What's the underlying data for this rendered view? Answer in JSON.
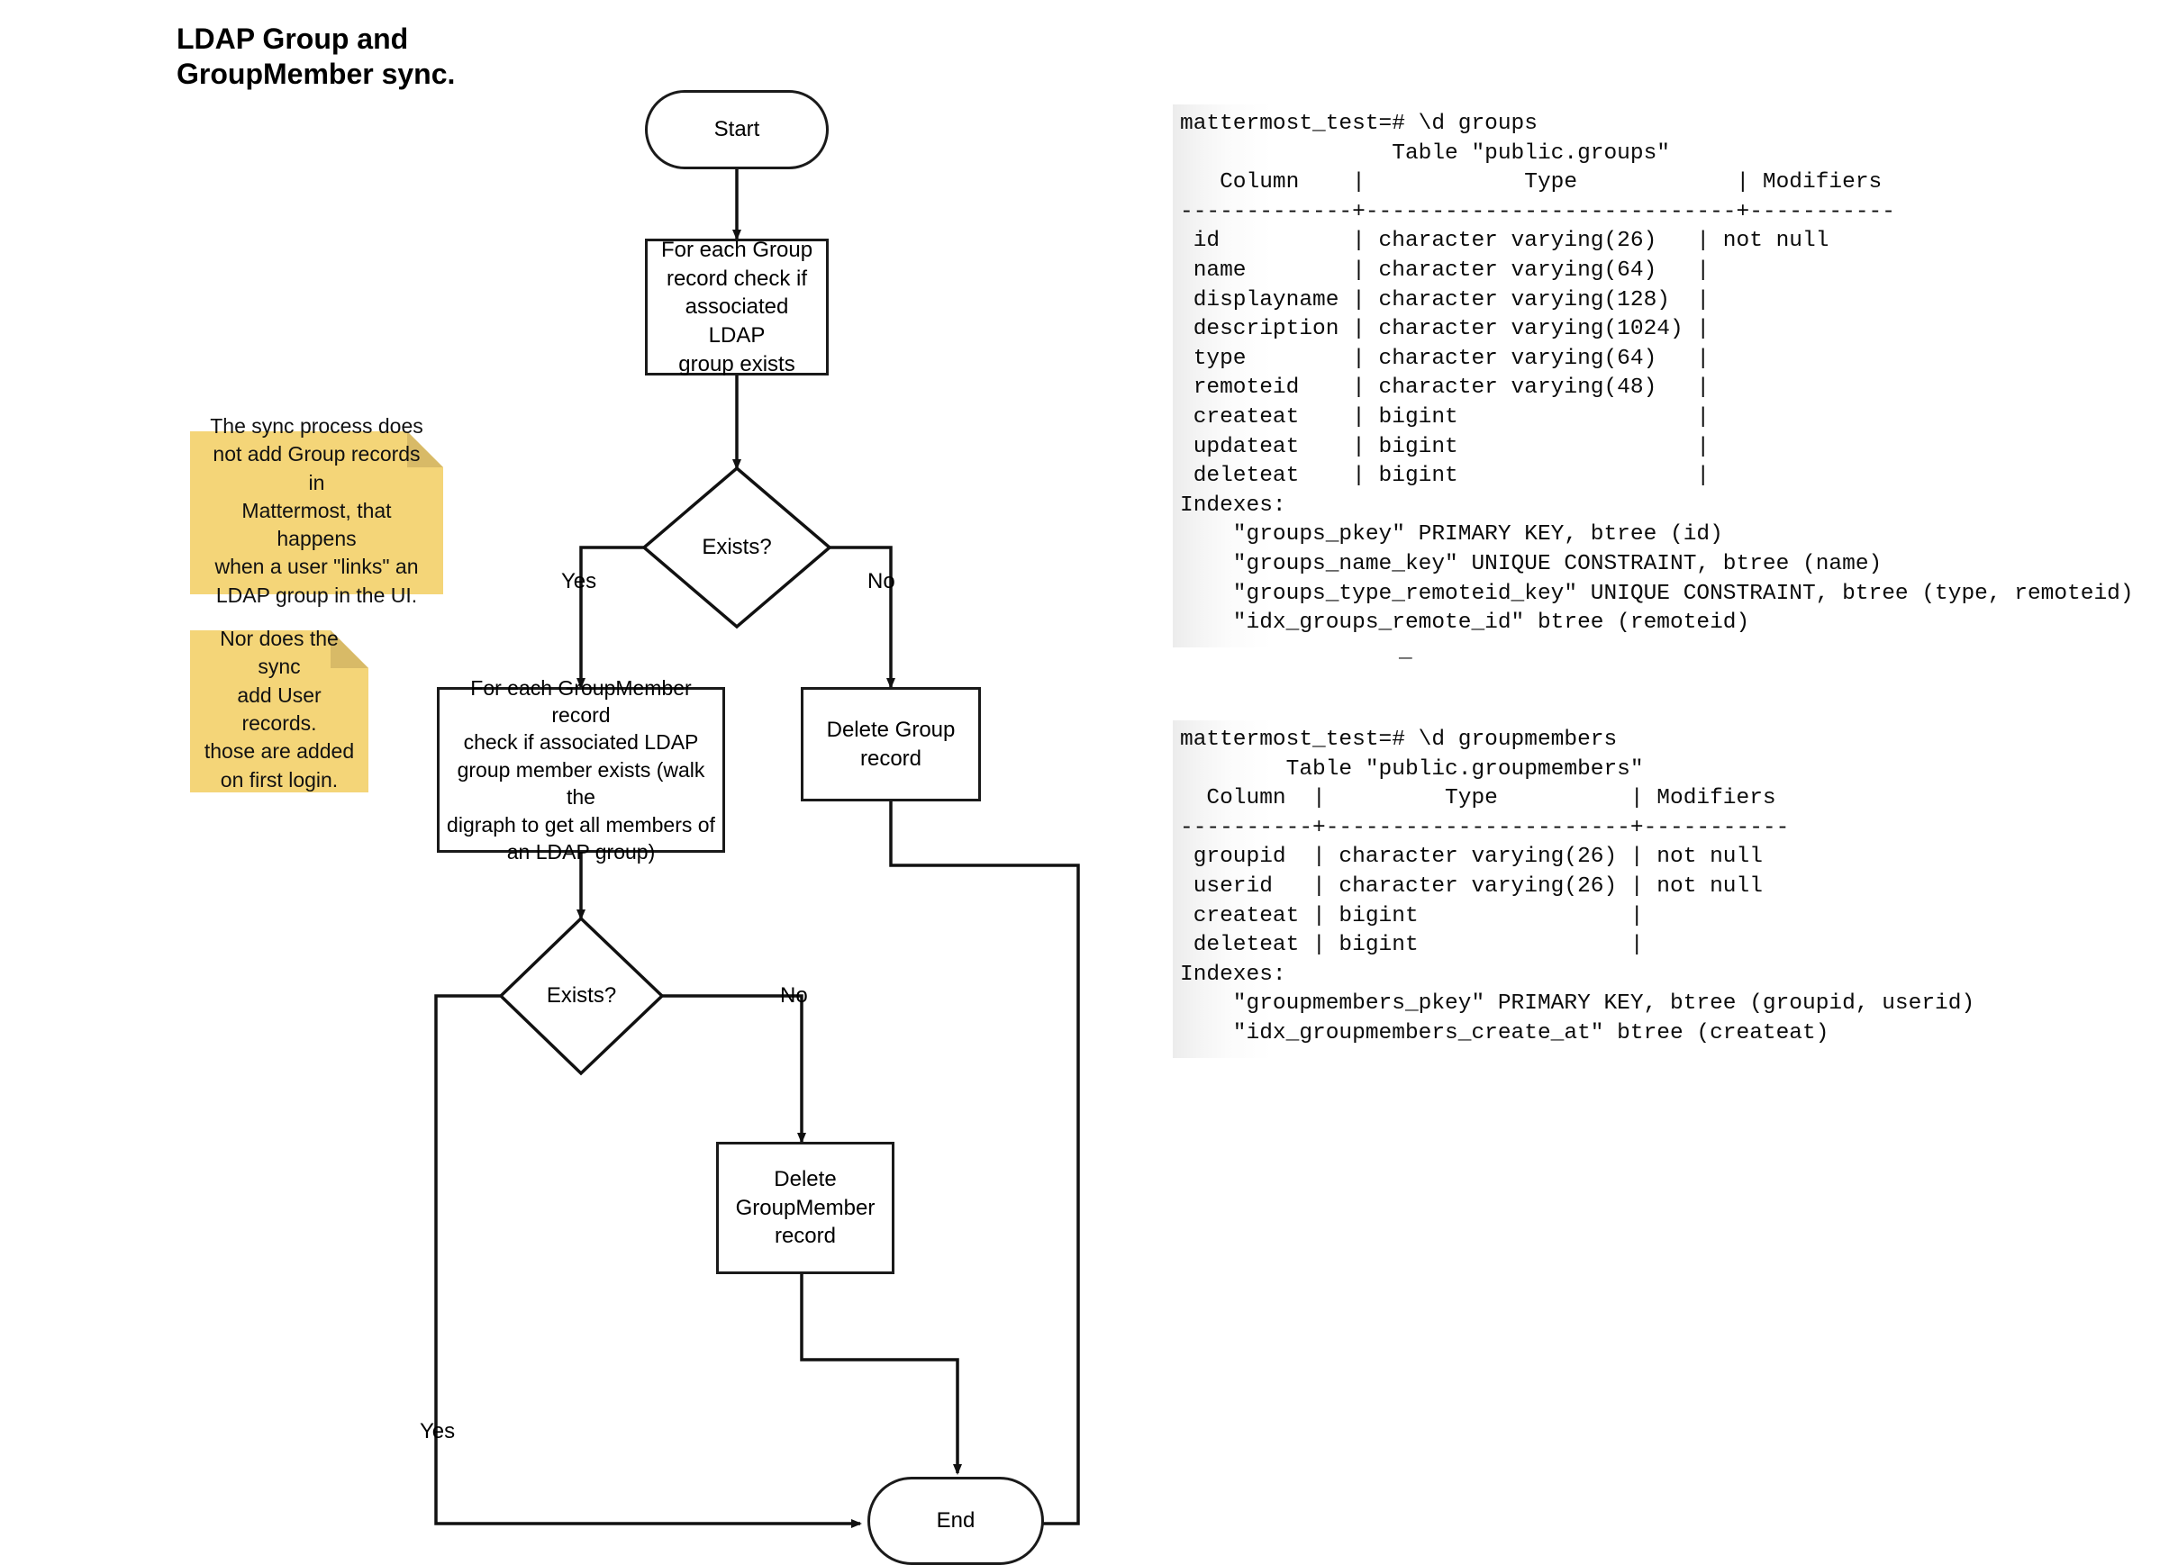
{
  "title": "LDAP Group and\nGroupMember sync.",
  "flow": {
    "nodes": {
      "start": "Start",
      "check_group": "For each Group\nrecord check if\nassociated LDAP\ngroup exists",
      "decision_group": "Exists?",
      "check_member": "For each GroupMember record\ncheck if associated LDAP\ngroup member exists (walk the\ndigraph to get all members of\nan LDAP group)",
      "delete_group": "Delete Group\nrecord",
      "decision_member": "Exists?",
      "delete_member": "Delete\nGroupMember\nrecord",
      "end": "End"
    },
    "edge_labels": {
      "group_yes": "Yes",
      "group_no": "No",
      "member_no": "No",
      "member_yes": "Yes"
    }
  },
  "notes": [
    {
      "text": "The sync process does\nnot add Group records in\nMattermost, that happens\nwhen a user \"links\" an\nLDAP group in the UI."
    },
    {
      "text": "Nor does the sync\nadd User records.\nthose are added\non first login."
    }
  ],
  "terminals": [
    {
      "name": "groups",
      "cursor": "_",
      "text": "mattermost_test=# \\d groups\n                Table \"public.groups\"\n   Column    |            Type            | Modifiers \n-------------+----------------------------+-----------\n id          | character varying(26)   | not null\n name        | character varying(64)   |\n displayname | character varying(128)  |\n description | character varying(1024) |\n type        | character varying(64)   |\n remoteid    | character varying(48)   |\n createat    | bigint                  |\n updateat    | bigint                  |\n deleteat    | bigint                  |\nIndexes:\n    \"groups_pkey\" PRIMARY KEY, btree (id)\n    \"groups_name_key\" UNIQUE CONSTRAINT, btree (name)\n    \"groups_type_remoteid_key\" UNIQUE CONSTRAINT, btree (type, remoteid)\n    \"idx_groups_remote_id\" btree (remoteid)"
    },
    {
      "name": "groupmembers",
      "cursor": "",
      "text": "mattermost_test=# \\d groupmembers\n        Table \"public.groupmembers\"\n  Column  |         Type          | Modifiers \n----------+-----------------------+-----------\n groupid  | character varying(26) | not null\n userid   | character varying(26) | not null\n createat | bigint                |\n deleteat | bigint                |\nIndexes:\n    \"groupmembers_pkey\" PRIMARY KEY, btree (groupid, userid)\n    \"idx_groupmembers_create_at\" btree (createat)"
    }
  ],
  "colors": {
    "note_fill": "#F4D578",
    "note_fold": "#D8BA67",
    "stroke": "#1a1a1a",
    "background": "#ffffff"
  }
}
